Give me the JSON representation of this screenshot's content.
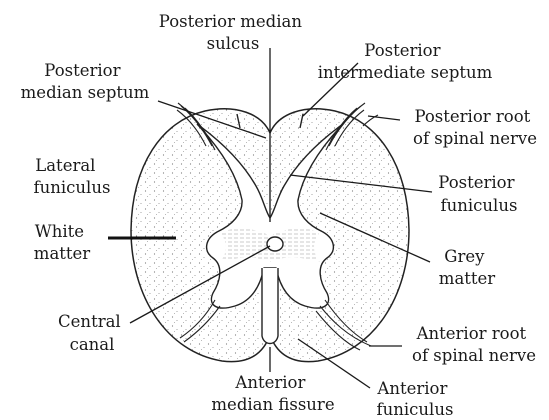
{
  "labels": {
    "posterior_median_sulcus": [
      "Posterior median",
      "sulcus"
    ],
    "posterior_intermediate_septum": [
      "Posterior",
      "intermediate septum"
    ],
    "posterior_median_septum": [
      "Posterior",
      "median septum"
    ],
    "posterior_root": [
      "Posterior root",
      "of spinal nerve"
    ],
    "lateral_funiculus": [
      "Lateral",
      "funiculus"
    ],
    "posterior_funiculus": [
      "Posterior",
      "funiculus"
    ],
    "white_matter": [
      "White",
      "matter"
    ],
    "grey_matter": [
      "Grey",
      "matter"
    ],
    "central_canal": [
      "Central",
      "canal"
    ],
    "anterior_root": [
      "Anterior root",
      "of spinal nerve"
    ],
    "anterior_median_fissure": [
      "Anterior",
      "median fissure"
    ],
    "anterior_funiculus": [
      "Anterior",
      "funiculus"
    ]
  }
}
